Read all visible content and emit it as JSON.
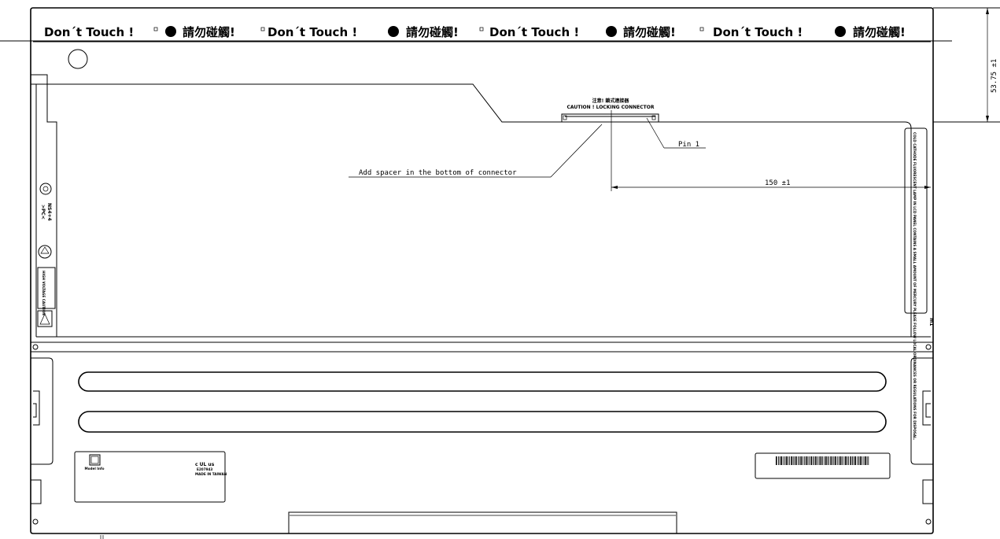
{
  "warning_banner": {
    "segments": [
      {
        "en": "Don´t  Touch  !",
        "zh": "請勿碰觸!"
      },
      {
        "en": "Don´t  Touch  !",
        "zh": "請勿碰觸!"
      },
      {
        "en": "Don´t  Touch !",
        "zh": "請勿碰觸!"
      },
      {
        "en": "Don´t  Touch  !",
        "zh": "請勿碰觸!"
      }
    ]
  },
  "callouts": {
    "connector_caution_zh": "注意! 鎖式連接器",
    "connector_caution_en": "CAUTION ! LOCKING CONNECTOR",
    "pin1": "Pin 1",
    "spacer_note": "Add spacer in the bottom of connector"
  },
  "dimensions": {
    "horizontal": "150 ±1",
    "vertical": "53.75 ±1"
  },
  "left_labels": {
    "ccfl_marking": ">PC<\nNS4+4",
    "hv_label": "HIGH VOLTAGE\nCAUTION"
  },
  "right_label": {
    "text": "COLD CATHODE FLUORESCENT LAMP IN LCD PANEL CONTAINS A SMALL AMOUNT OF MERCURY PLEASE FOLLOW LOCAL ORDINANCES OR REGULATIONS FOR DISPOSAL.",
    "badge": "m1"
  },
  "product_label": {
    "model_text": "Model Info",
    "ul_mark": "c UL us",
    "ul_file": "E207943",
    "made_in": "MADE IN TAIWAN"
  }
}
